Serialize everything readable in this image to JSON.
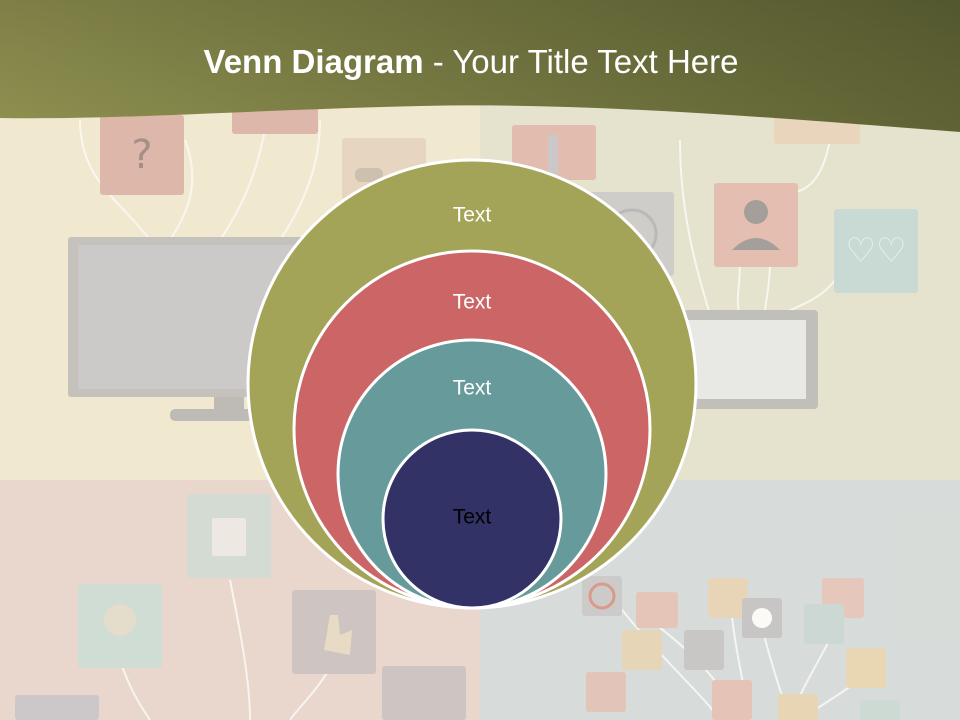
{
  "title": {
    "main": "Venn Diagram",
    "separator": " - ",
    "sub": "Your Title Text Here"
  },
  "diagram": {
    "circles": [
      {
        "label": "Text",
        "color": "#a4a458",
        "label_color": "#ffffff"
      },
      {
        "label": "Text",
        "color": "#cb6566",
        "label_color": "#ffffff"
      },
      {
        "label": "Text",
        "color": "#679b9b",
        "label_color": "#ffffff"
      },
      {
        "label": "Text",
        "color": "#333266",
        "label_color": "#000000"
      }
    ]
  },
  "colors": {
    "banner_dark": "#5f6334",
    "banner_light": "#8f9150",
    "circle_outline": "#ffffff"
  }
}
